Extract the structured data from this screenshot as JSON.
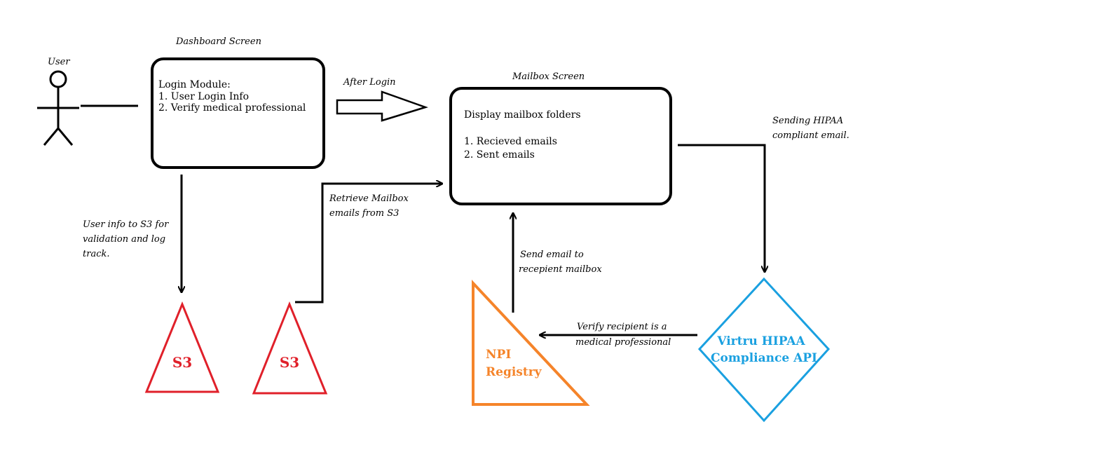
{
  "labels": {
    "user": "User",
    "dashboard_screen": "Dashboard Screen",
    "mailbox_screen": "Mailbox Screen",
    "after_login": "After Login"
  },
  "login_box": {
    "title": "Login Module:",
    "items": [
      "1. User Login Info",
      "2. Verify medical professional"
    ]
  },
  "mailbox_box": {
    "title": "Display mailbox folders",
    "items": [
      "1. Recieved emails",
      "2. Sent emails"
    ]
  },
  "edges": {
    "user_info_s3": [
      "User info to S3 for",
      "validation and log",
      "track."
    ],
    "retrieve_mailbox": [
      "Retrieve Mailbox",
      "emails from S3"
    ],
    "sending_hipaa": [
      "Sending HIPAA",
      "compliant email."
    ],
    "send_email": [
      "Send email to",
      "recepient mailbox"
    ],
    "verify_recipient": [
      "Verify recipient is a",
      "medical professional"
    ]
  },
  "nodes": {
    "s3_left": "S3",
    "s3_right": "S3",
    "npi": [
      "NPI",
      "Registry"
    ],
    "virtru": [
      "Virtru HIPAA",
      "Compliance API"
    ]
  },
  "colors": {
    "s3": "#e0202a",
    "npi": "#f5842a",
    "virtru": "#1aa0e0",
    "line": "#000000"
  }
}
